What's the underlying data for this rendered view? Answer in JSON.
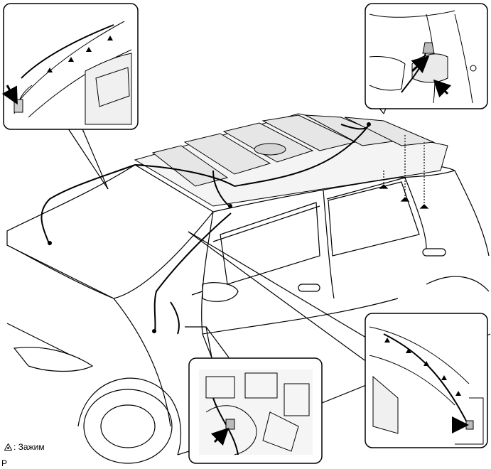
{
  "legend": {
    "symbol_name": "clip-symbol-icon",
    "text": ": Зажим"
  },
  "page_letter": "P",
  "colors": {
    "line": "#000000",
    "background": "#ffffff",
    "shade": "#e6e6e6"
  },
  "detail_views": [
    {
      "id": "front-left-pillar-detail"
    },
    {
      "id": "rear-roof-connector-detail"
    },
    {
      "id": "lower-dash-connector-detail"
    },
    {
      "id": "front-right-pillar-detail"
    }
  ]
}
